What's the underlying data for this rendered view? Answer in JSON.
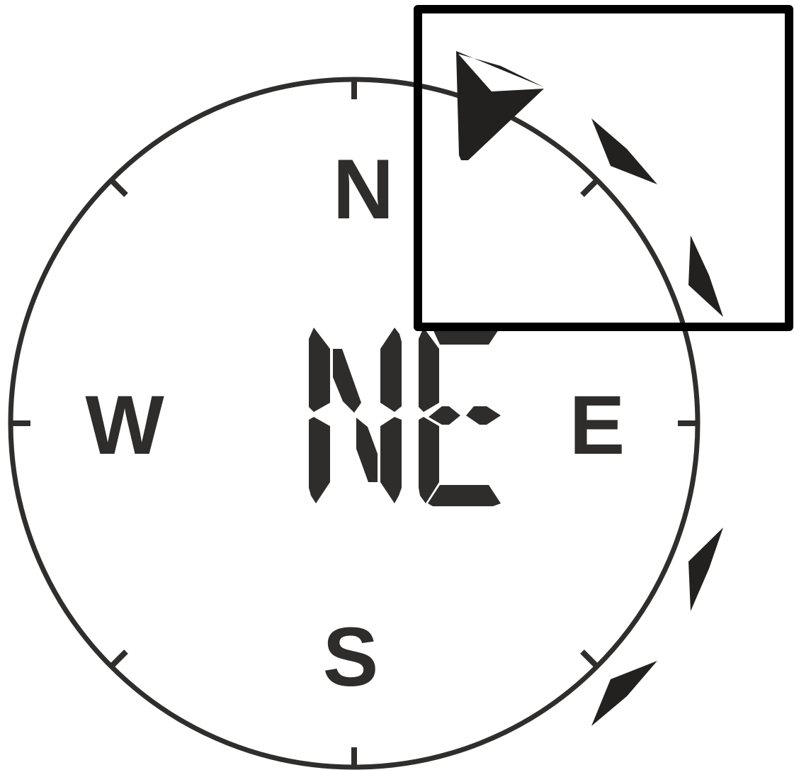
{
  "compass": {
    "north_label": "N",
    "south_label": "S",
    "east_label": "E",
    "west_label": "W",
    "heading_display": "NE",
    "colors": {
      "ring": "#2f2e2d",
      "text": "#2e2d2c",
      "arrows": "#222120",
      "highlight_box": "#000000",
      "background": "#ffffff"
    }
  }
}
